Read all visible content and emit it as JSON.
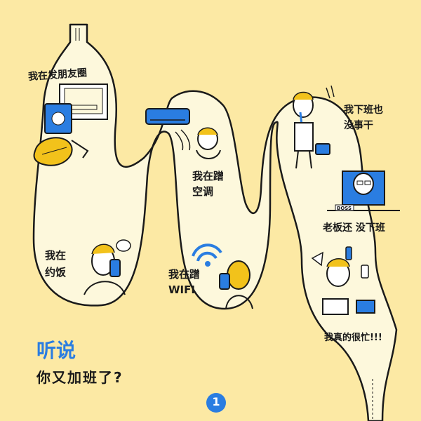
{
  "captions": {
    "moments": "我在发朋友圈",
    "ac": "我在蹭\n空调",
    "offwork": "我下班也\n没事干",
    "date": "我在\n约饭",
    "wifi": "我在蹭\nWIFI",
    "boss": "老板还 没下班",
    "busy": "我真的很忙!!!"
  },
  "tags": {
    "boss_desk": "BOSS"
  },
  "title": {
    "line1": "听说",
    "line2": "你又加班了?"
  },
  "page_number": "1",
  "colors": {
    "background": "#fce9a4",
    "path_fill": "#fdf8dc",
    "accent_blue": "#2a7de1",
    "ink": "#1a1a1a",
    "hair_yellow": "#f2c21b"
  }
}
